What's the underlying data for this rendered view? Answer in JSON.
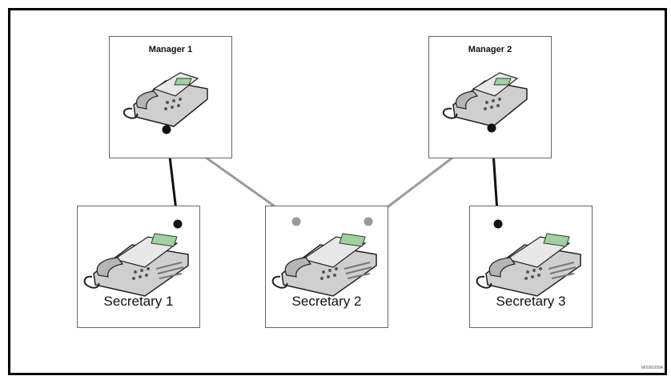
{
  "managers": [
    {
      "label": "Manager 1"
    },
    {
      "label": "Manager 2"
    }
  ],
  "secretaries": [
    {
      "label": "Secretary 1"
    },
    {
      "label": "Secretary 2"
    },
    {
      "label": "Secretary 3"
    }
  ],
  "figure_code": "M0000209A",
  "colors": {
    "primary_link": "#111111",
    "secondary_link": "#9a9a9a"
  }
}
